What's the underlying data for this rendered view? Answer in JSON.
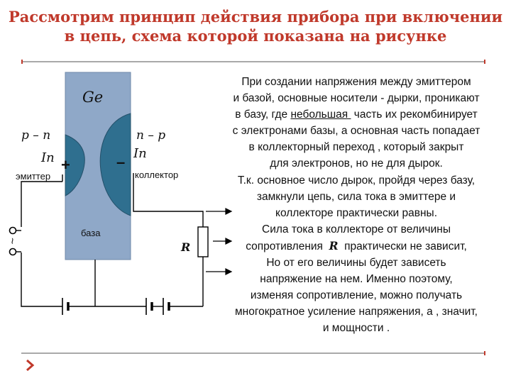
{
  "title": {
    "line1": "Рассмотрим принцип действия прибора при включении",
    "line2": "в цепь, схема которой показана на рисунке"
  },
  "diagram": {
    "material": "Ge",
    "left_junction": "p – n",
    "right_junction": "n – p",
    "left_in": "In",
    "right_in": "In",
    "plus_sign": "+",
    "minus_sign": "–",
    "emitter": "эмиттер",
    "collector": "коллектор",
    "base": "база",
    "resistor": "R",
    "source_symbol": "~"
  },
  "text": {
    "lines": [
      "При создании напряжения между эмиттером",
      "и базой, основные носители - дырки, проникают",
      [
        "в базу, где ",
        "небольшая ",
        " часть их рекомбинирует"
      ],
      "с  электронами базы,  а основная часть попадает",
      "в коллекторный переход , который закрыт",
      "для электронов, но  не для  дырок.",
      "Т.к. основное число дырок, пройдя через базу,",
      "замкнули цепь, сила тока в эмиттере и",
      "коллекторе практически равны.",
      "Сила тока в коллекторе от величины",
      [
        "сопротивления  ",
        "R",
        "  практически не зависит,"
      ],
      "Но от его величины будет зависеть",
      "напряжение на нем. Именно поэтому,",
      "изменяя  сопротивление, можно получать",
      "многократное усиление напряжения, а , значит,",
      "и мощности ."
    ]
  },
  "colors": {
    "title": "#c0392b",
    "base_fill": "#8fa8c8",
    "junction_fill": "#2f6f8f",
    "wire": "#000000",
    "rule": "#a9a9a9"
  }
}
